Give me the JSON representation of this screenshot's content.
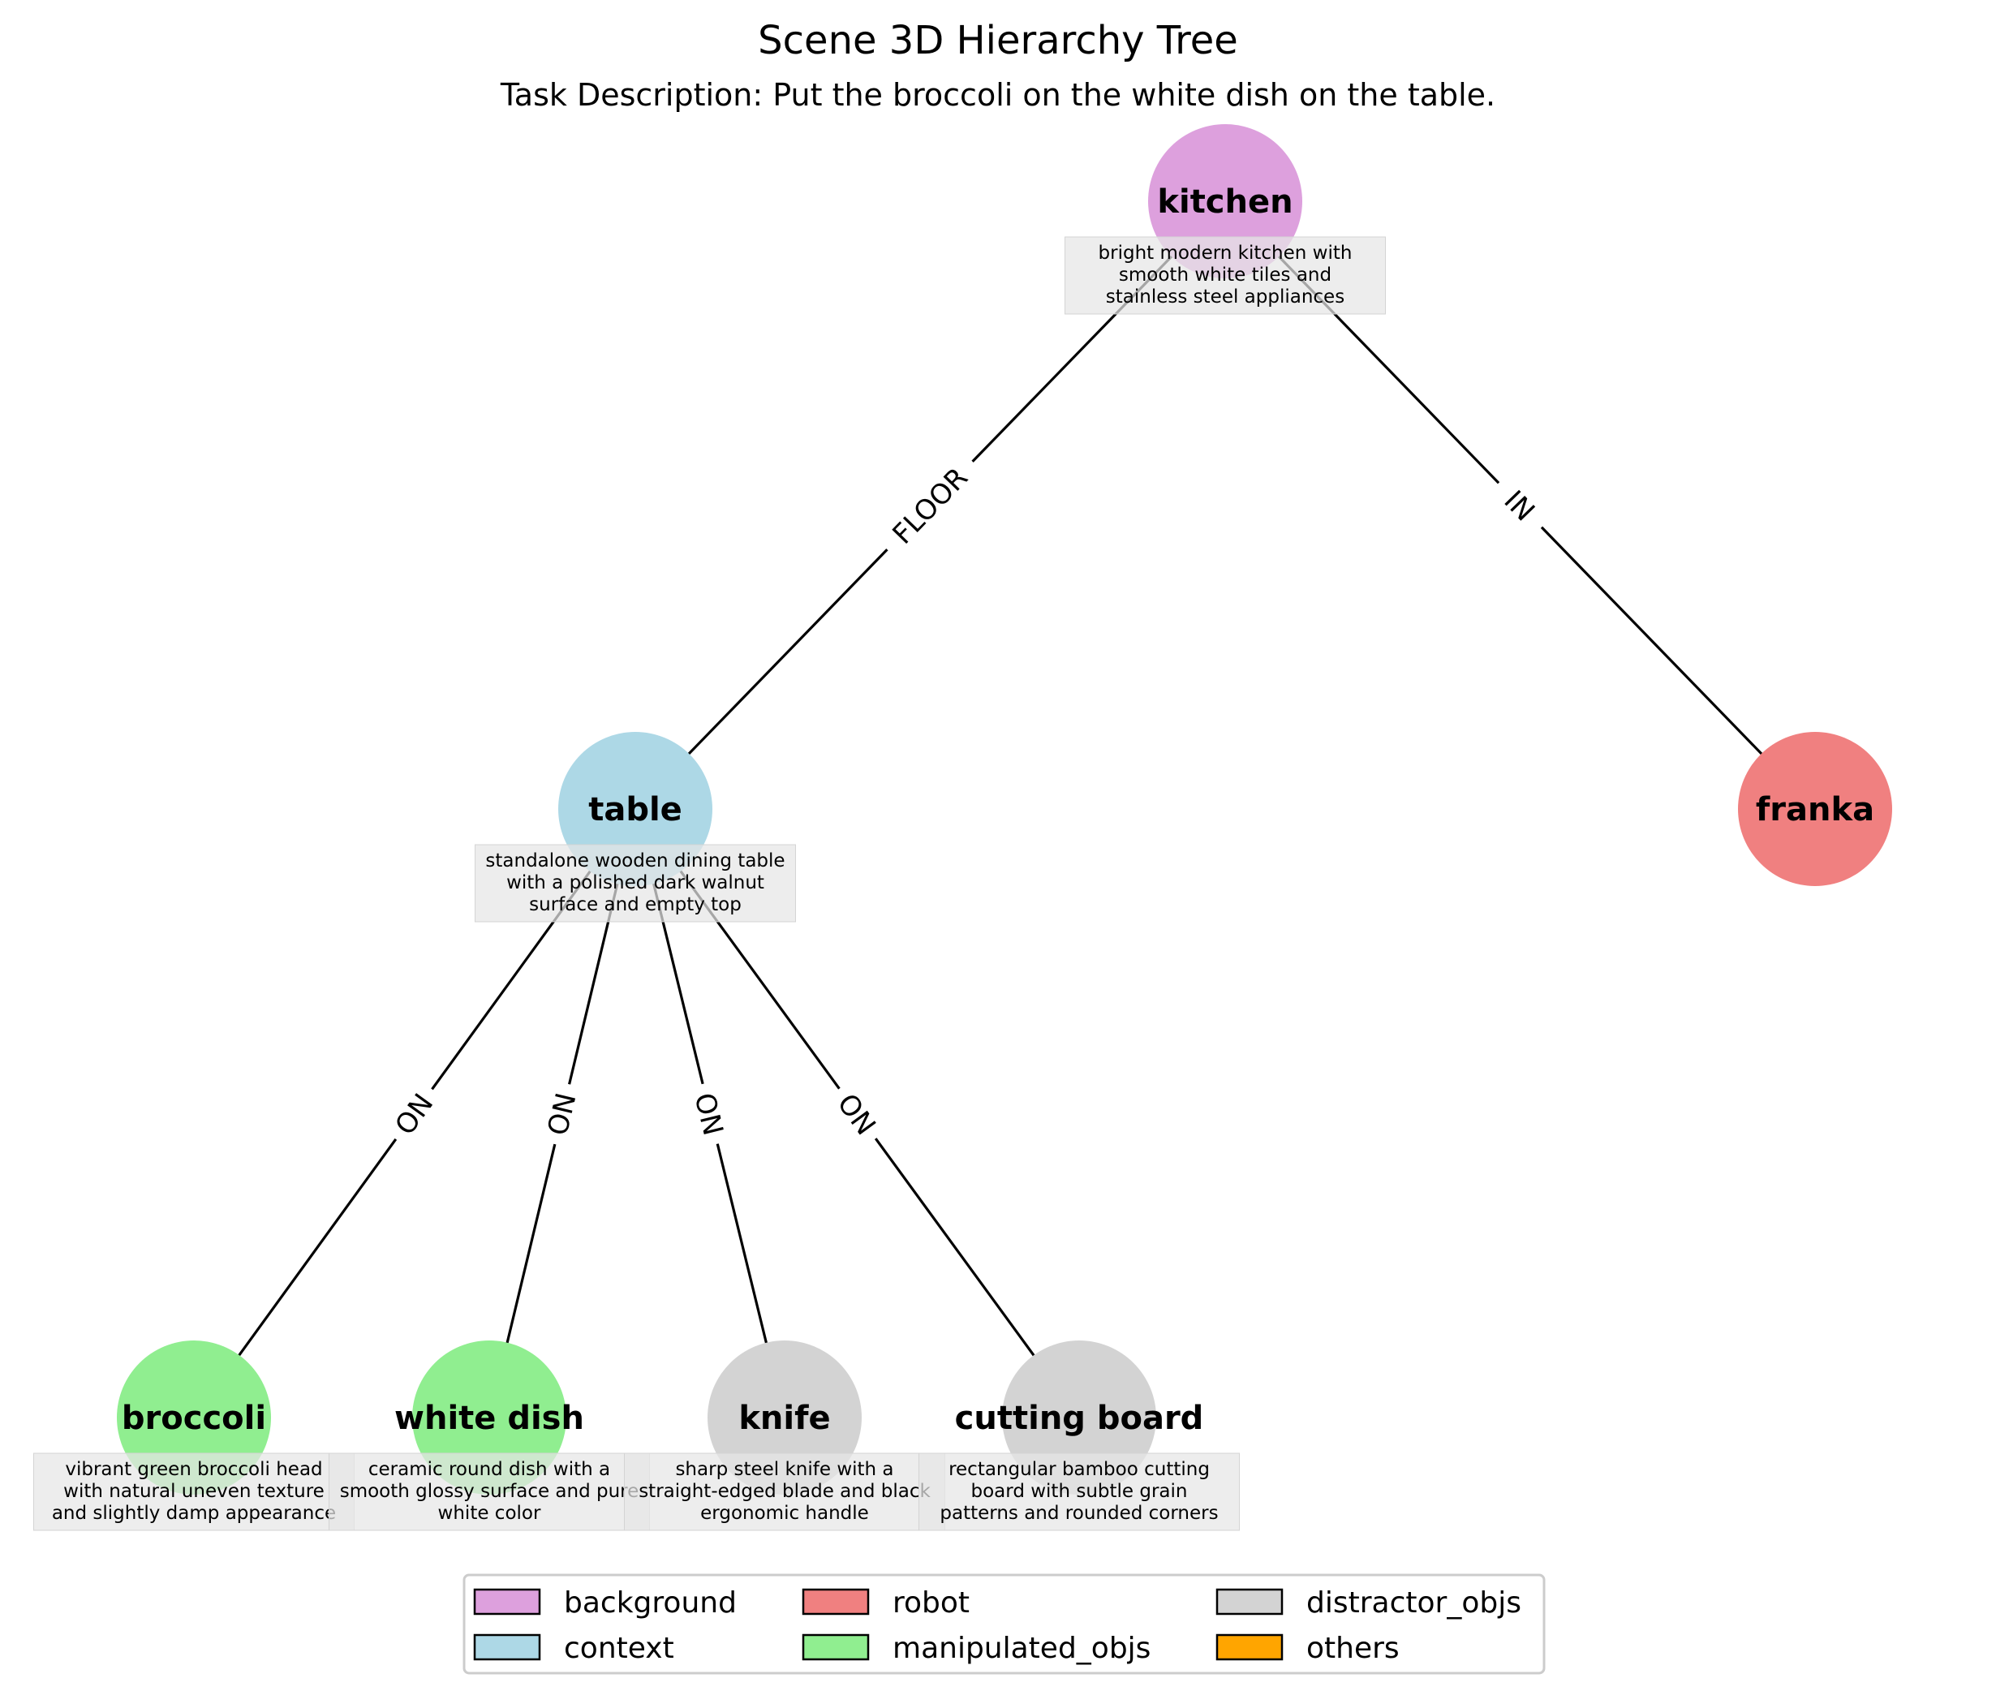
{
  "title": "Scene 3D Hierarchy Tree",
  "subtitle": "Task Description: Put the broccoli on the white dish on the table.",
  "colors": {
    "background": "#dda0dd",
    "context": "#add8e6",
    "robot": "#f08080",
    "manipulated_objs": "#90ee90",
    "distractor_objs": "#d3d3d3",
    "others": "#ffa500"
  },
  "nodes": [
    {
      "id": "kitchen",
      "label": "kitchen",
      "category": "background",
      "desc": [
        "bright modern kitchen with",
        "smooth white tiles and",
        "stainless steel appliances"
      ]
    },
    {
      "id": "table",
      "label": "table",
      "category": "context",
      "desc": [
        "standalone wooden dining table",
        "with a polished dark walnut",
        "surface and empty top"
      ]
    },
    {
      "id": "franka",
      "label": "franka",
      "category": "robot",
      "desc": []
    },
    {
      "id": "broccoli",
      "label": "broccoli",
      "category": "manipulated_objs",
      "desc": [
        "vibrant green broccoli head",
        "with natural uneven texture",
        "and slightly damp appearance"
      ]
    },
    {
      "id": "white_dish",
      "label": "white dish",
      "category": "manipulated_objs",
      "desc": [
        "ceramic round dish with a",
        "smooth glossy surface and pure",
        "white color"
      ]
    },
    {
      "id": "knife",
      "label": "knife",
      "category": "distractor_objs",
      "desc": [
        "sharp steel knife with a",
        "straight-edged blade and black",
        "ergonomic handle"
      ]
    },
    {
      "id": "cutting_board",
      "label": "cutting board",
      "category": "distractor_objs",
      "desc": [
        "rectangular bamboo cutting",
        "board with subtle grain",
        "patterns and rounded corners"
      ]
    }
  ],
  "edges": [
    {
      "from": "kitchen",
      "to": "table",
      "label": "FLOOR"
    },
    {
      "from": "kitchen",
      "to": "franka",
      "label": "IN"
    },
    {
      "from": "table",
      "to": "broccoli",
      "label": "ON"
    },
    {
      "from": "table",
      "to": "white_dish",
      "label": "ON"
    },
    {
      "from": "table",
      "to": "knife",
      "label": "ON"
    },
    {
      "from": "table",
      "to": "cutting_board",
      "label": "ON"
    }
  ],
  "legend": [
    {
      "key": "background",
      "label": "background"
    },
    {
      "key": "context",
      "label": "context"
    },
    {
      "key": "robot",
      "label": "robot"
    },
    {
      "key": "manipulated_objs",
      "label": "manipulated_objs"
    },
    {
      "key": "distractor_objs",
      "label": "distractor_objs"
    },
    {
      "key": "others",
      "label": "others"
    }
  ]
}
